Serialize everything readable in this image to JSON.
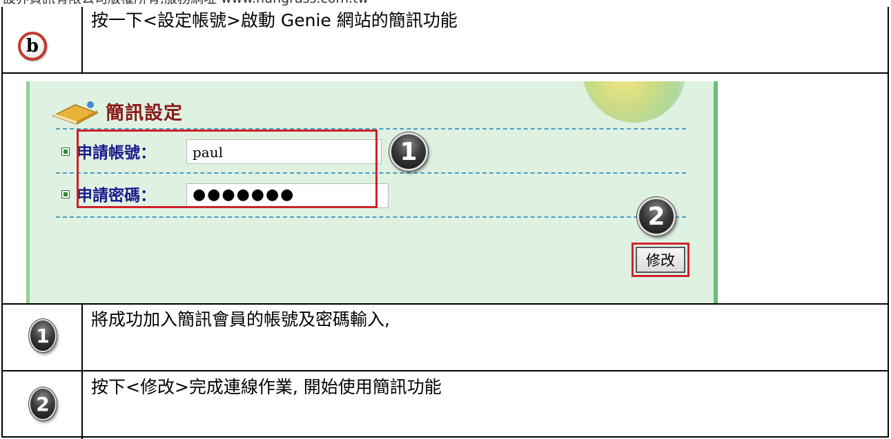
{
  "header": {
    "text": "設界資訊有限公司版權所有,服務網址 www.hungrass.com.tw"
  },
  "rows": {
    "b": {
      "badge": "b",
      "text": "按一下<設定帳號>啟動 Genie 網站的簡訊功能"
    },
    "one": {
      "badge": "1",
      "text": "將成功加入簡訊會員的帳號及密碼輸入,"
    },
    "two": {
      "badge": "2",
      "text": "按下<修改>完成連線作業, 開始使用簡訊功能"
    }
  },
  "panel": {
    "title": "簡訊設定",
    "account_label": "申請帳號：",
    "account_value": "paul",
    "password_label": "申請密碼：",
    "password_value": "●●●●●●●",
    "modify_button": "修改",
    "callout_1": "1",
    "callout_2": "2"
  },
  "colors": {
    "panel_bg": "#dff2e2",
    "highlight_red": "#d0202a",
    "title_red": "#8b1a1a",
    "label_blue": "#1a1a8b"
  },
  "icons": [
    "book-icon",
    "bullet-icon",
    "sunflower-decoration"
  ]
}
